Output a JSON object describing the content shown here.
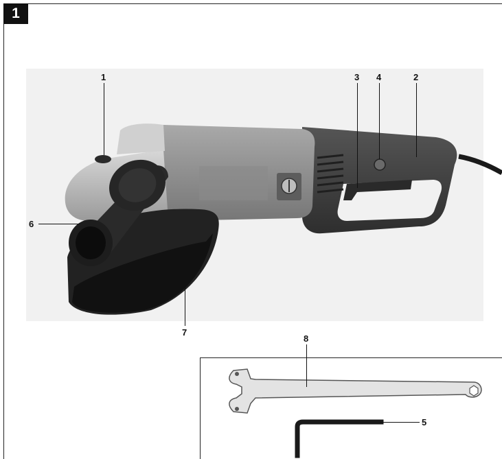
{
  "figure": {
    "number": "1"
  },
  "callouts": {
    "c1": "1",
    "c2": "2",
    "c3": "3",
    "c4": "4",
    "c5": "5",
    "c6": "6",
    "c7": "7",
    "c8": "8"
  },
  "colors": {
    "housing": "#9b9b9b",
    "handle": "#3f3f3f",
    "guard": "#1c1c1c",
    "gearhead": "#bdbdbd"
  }
}
